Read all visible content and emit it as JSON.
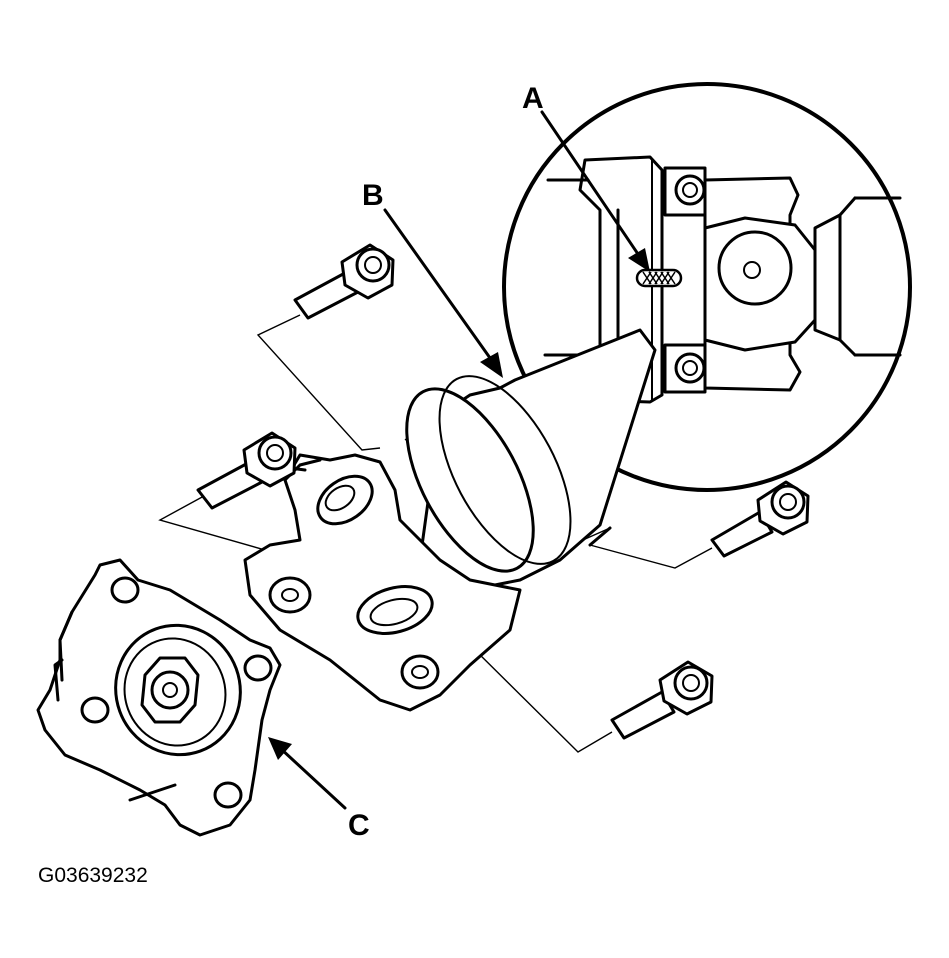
{
  "diagram": {
    "figure_id": "G03639232",
    "callouts": {
      "a": "A",
      "b": "B",
      "c": "C"
    },
    "colors": {
      "line": "#000000",
      "background": "#ffffff"
    }
  }
}
